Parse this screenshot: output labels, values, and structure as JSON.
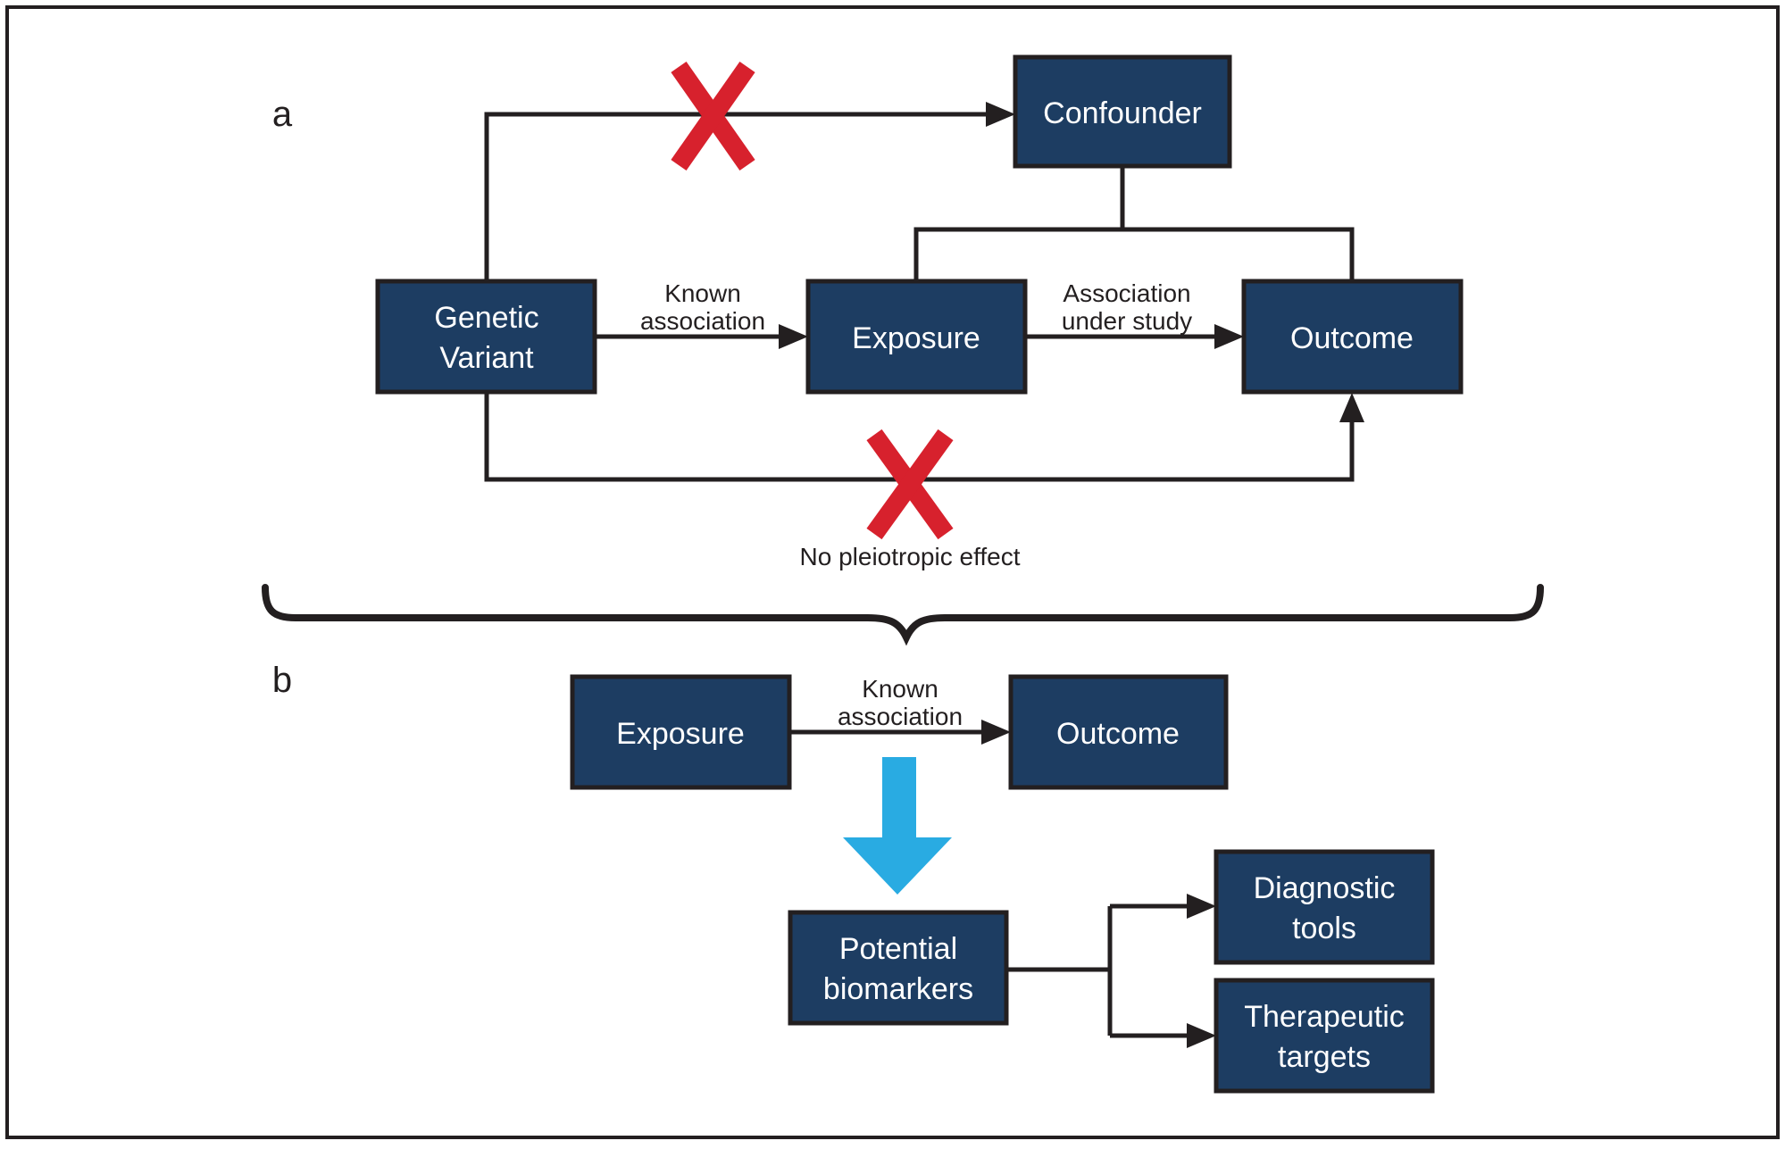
{
  "colors": {
    "background": "#ffffff",
    "box_fill": "#1d3d62",
    "box_border": "#231f20",
    "line": "#231f20",
    "cross": "#d7212d",
    "big_arrow": "#29abe2",
    "text_dark": "#231f20",
    "text_light": "#ffffff"
  },
  "panel_a": {
    "label": "a",
    "nodes": {
      "confounder": "Confounder",
      "genetic_variant": {
        "line1": "Genetic",
        "line2": "Variant"
      },
      "exposure": "Exposure",
      "outcome": "Outcome"
    },
    "edge_labels": {
      "known_association": {
        "line1": "Known",
        "line2": "association"
      },
      "association_under_study": {
        "line1": "Association",
        "line2": "under study"
      },
      "no_pleiotropic_effect": "No pleiotropic effect"
    }
  },
  "panel_b": {
    "label": "b",
    "nodes": {
      "exposure": "Exposure",
      "outcome": "Outcome",
      "potential_biomarkers": {
        "line1": "Potential",
        "line2": "biomarkers"
      },
      "diagnostic_tools": {
        "line1": "Diagnostic",
        "line2": "tools"
      },
      "therapeutic_targets": {
        "line1": "Therapeutic",
        "line2": "targets"
      }
    },
    "edge_labels": {
      "known_association": {
        "line1": "Known",
        "line2": "association"
      }
    }
  }
}
